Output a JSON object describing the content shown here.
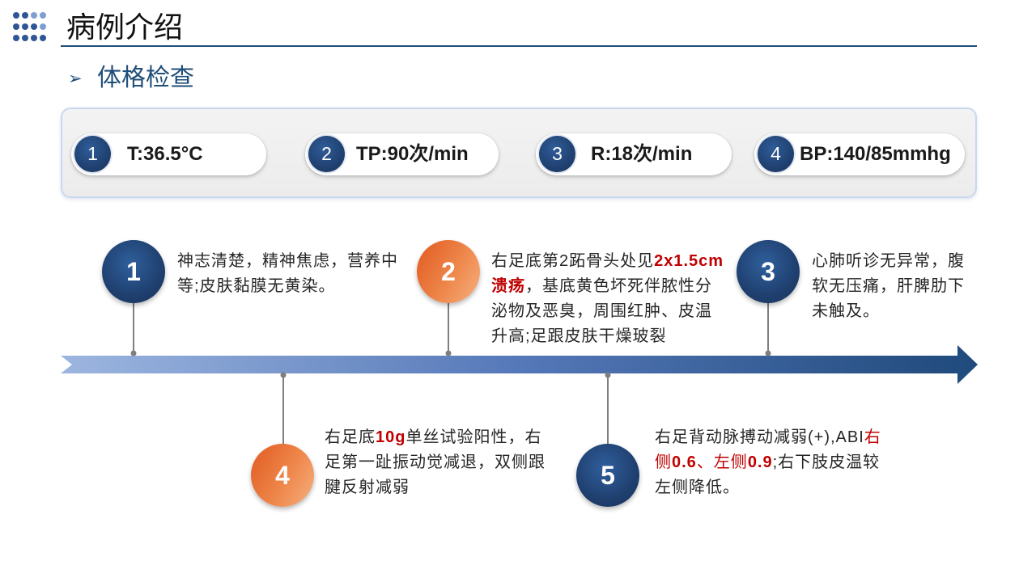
{
  "header": {
    "title": "病例介绍",
    "section_marker": "➢",
    "section_title": "体格检查"
  },
  "vitals": [
    {
      "number": "1",
      "label": "T:36.5°C"
    },
    {
      "number": "2",
      "label": "TP:90次/min"
    },
    {
      "number": "3",
      "label": "R:18次/min"
    },
    {
      "number": "4",
      "label": "BP:140/85mmhg"
    }
  ],
  "findings": [
    {
      "number": "1",
      "color": "#1f3f6e",
      "segments": [
        {
          "text": "神志清楚，精神焦虑，营养中等;皮肤黏膜无黄染。"
        }
      ]
    },
    {
      "number": "2",
      "color": "#ec7a3c",
      "segments": [
        {
          "text": "右足底第2跖骨头处见"
        },
        {
          "text": "2x1.5cm溃疡",
          "highlight": true,
          "bold": true
        },
        {
          "text": "，基底黄色坏死伴脓性分泌物及恶臭，周围红肿、皮温升高;足跟皮肤干燥玻裂"
        }
      ]
    },
    {
      "number": "3",
      "color": "#1f3f6e",
      "segments": [
        {
          "text": "心肺听诊无异常，腹软无压痛，肝脾肋下未触及。"
        }
      ]
    },
    {
      "number": "4",
      "color": "#ec7a3c",
      "segments": [
        {
          "text": "右足底"
        },
        {
          "text": "10g",
          "highlight": true,
          "bold": true
        },
        {
          "text": "单丝试验阳性，右足第一趾振动觉减退，双侧跟腱反射减弱"
        }
      ]
    },
    {
      "number": "5",
      "color": "#1f3f6e",
      "segments": [
        {
          "text": "右足背动脉搏动减弱(+),ABI"
        },
        {
          "text": "右侧",
          "highlight": true
        },
        {
          "text": "0.6",
          "highlight": true,
          "bold": true
        },
        {
          "text": "、左侧",
          "highlight": true
        },
        {
          "text": "0.9",
          "highlight": true,
          "bold": true
        },
        {
          "text": ";右下肢皮温较左侧降低。"
        }
      ]
    }
  ],
  "colors": {
    "navy": "#1f4e79",
    "title_rule": "#1f4e79",
    "highlight_red": "#c00000",
    "panel_border": "#c9d8ec",
    "timeline_start": "#9db6e0",
    "timeline_end": "#1f4a7c",
    "connector": "#7f7f7f"
  },
  "icons": {
    "logo": "dot-grid-icon",
    "bullet": "arrow-bullet-icon",
    "timeline": "timeline-arrow-icon"
  }
}
